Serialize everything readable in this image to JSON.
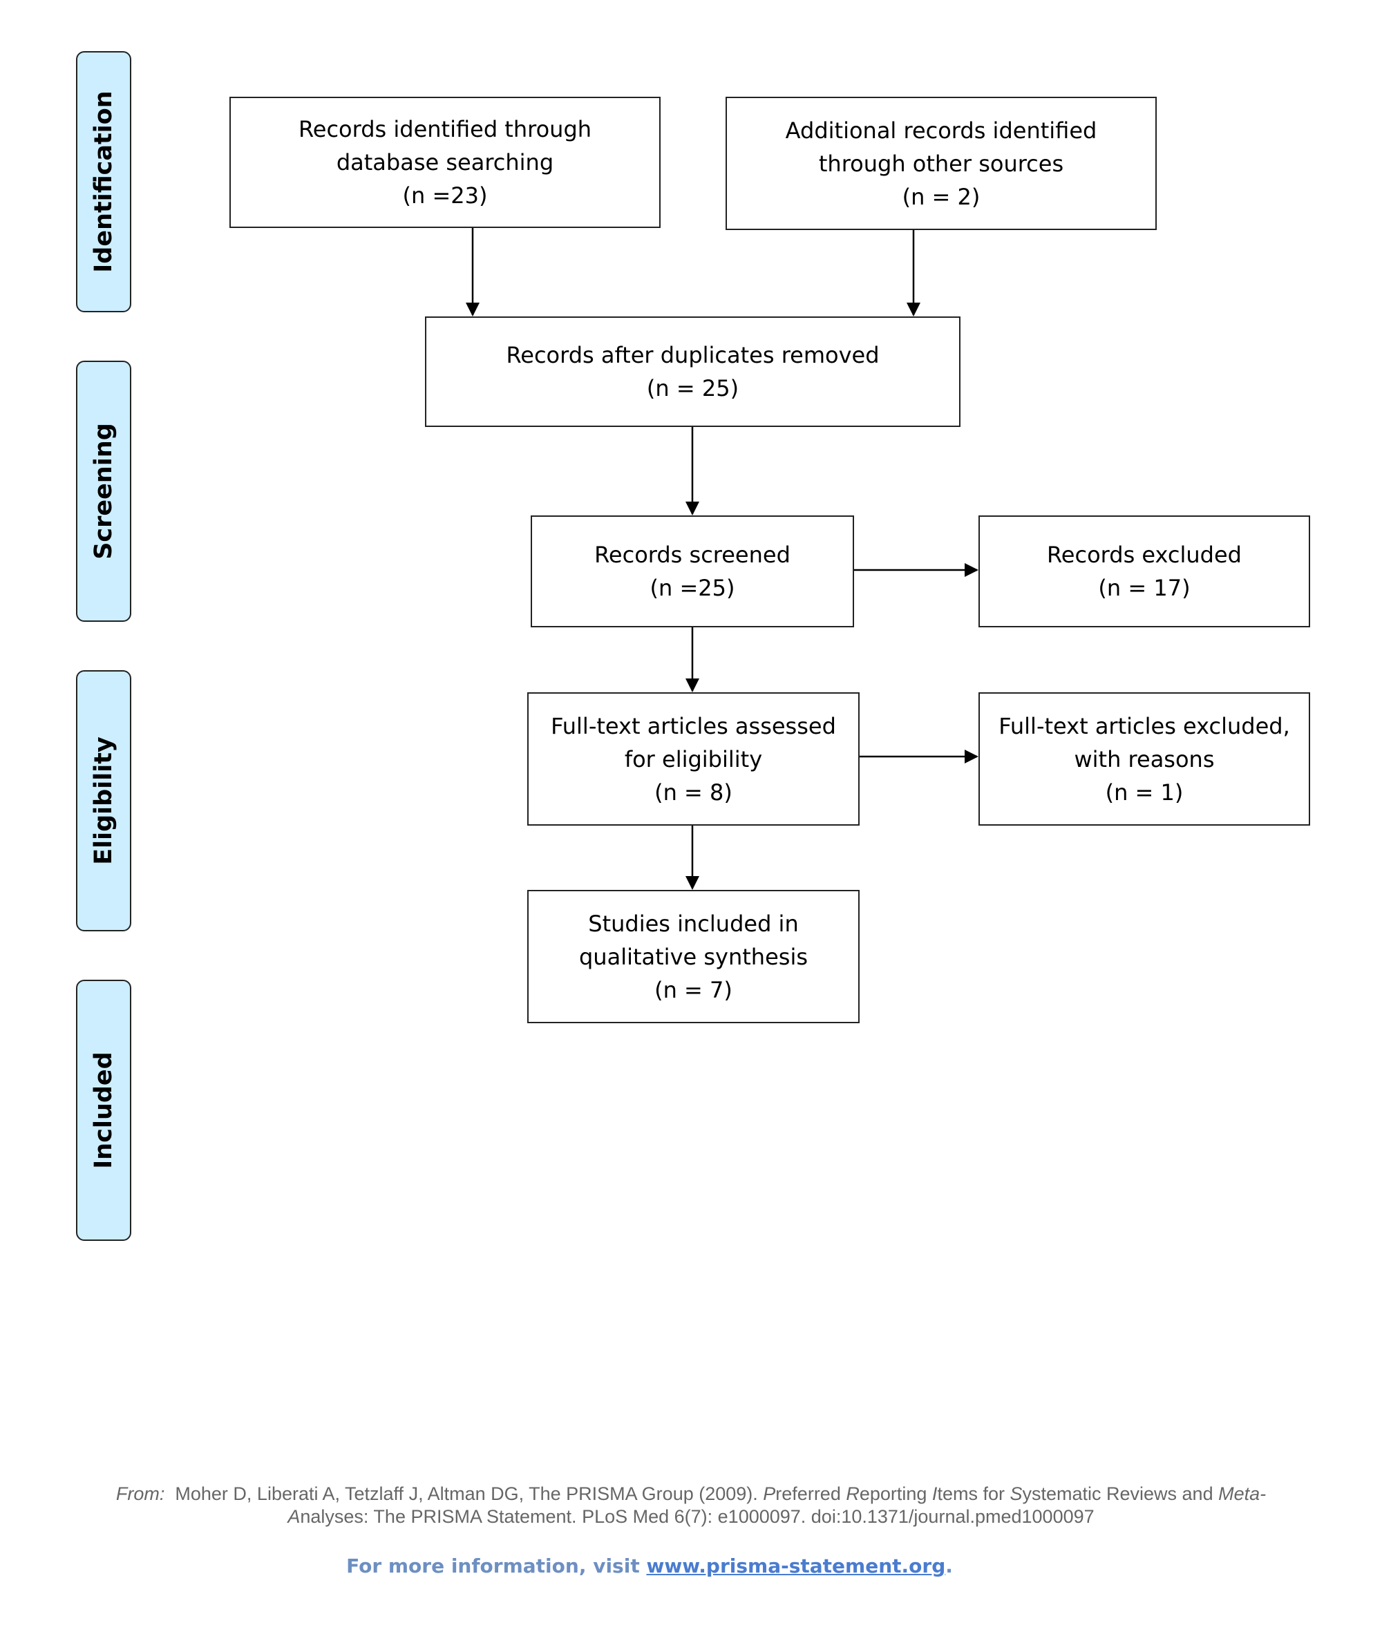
{
  "stages": {
    "identification": "Identification",
    "screening": "Screening",
    "eligibility": "Eligibility",
    "included": "Included"
  },
  "boxes": {
    "db_search": {
      "lines": [
        "Records identified through",
        "database searching",
        "(n =23)"
      ]
    },
    "other_sources": {
      "lines": [
        "Additional records identified",
        "through other sources",
        "(n = 2)"
      ]
    },
    "dup_removed": {
      "lines": [
        "Records after duplicates removed",
        "(n = 25)"
      ]
    },
    "screened": {
      "lines": [
        "Records screened",
        "(n =25)"
      ]
    },
    "excluded": {
      "lines": [
        "Records excluded",
        "(n = 17)"
      ]
    },
    "fulltext": {
      "lines": [
        "Full-text articles assessed",
        "for eligibility",
        "(n = 8)"
      ]
    },
    "fulltext_excluded": {
      "lines": [
        "Full-text articles excluded,",
        "with reasons",
        "(n = 1)"
      ]
    },
    "included": {
      "lines": [
        "Studies included in",
        "qualitative synthesis",
        "(n = 7)"
      ]
    }
  },
  "footer": {
    "from_label": "From:",
    "citation_authors": "Moher D, Liberati A, Tetzlaff J, Altman DG, The PRISMA Group (2009). ",
    "title_p": "P",
    "title_referred": "referred ",
    "title_r": "R",
    "title_eporting": "eporting ",
    "title_i": "I",
    "title_tems": "tems for ",
    "title_s": "S",
    "title_ystematic": "ystematic Reviews and ",
    "title_meta": "Meta-",
    "title_analyses_a": "A",
    "citation_rest": "nalyses: The PRISMA Statement. PLoS Med 6(7): e1000097. doi:10.1371/journal.pmed1000097",
    "more_info": "For more information, visit ",
    "link_text": "www.prisma-statement.org",
    "end_period": "."
  }
}
